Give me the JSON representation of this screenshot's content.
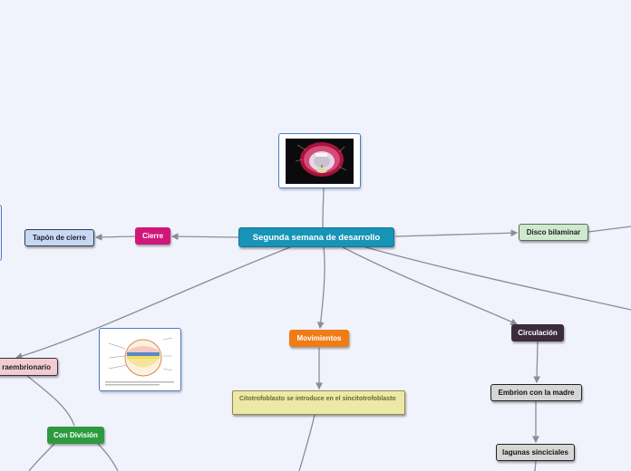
{
  "map": {
    "central": "Segunda semana de desarrollo",
    "cierre": "Cierre",
    "tapon": "Tapón de cierre",
    "disco": "Disco bilaminar",
    "movimientos": "Movimientos",
    "circulacion": "Circulación",
    "embrion_madre": "Embrion con la madre",
    "lagunas": "lagunas sinciciales",
    "citotrofoblasto": "Citotrofoblasto se introduce en el sincitotrofoblasto",
    "extraembrionario": "raembrionario",
    "con_division": "Con División"
  },
  "colors": {
    "background": "#f1f3fc",
    "central": "#1794b7",
    "cierre": "#d1167a",
    "movimientos": "#f07c16",
    "circulacion": "#3b2c3c",
    "con_division": "#2e9a3f",
    "connector": "#8a8d99"
  }
}
